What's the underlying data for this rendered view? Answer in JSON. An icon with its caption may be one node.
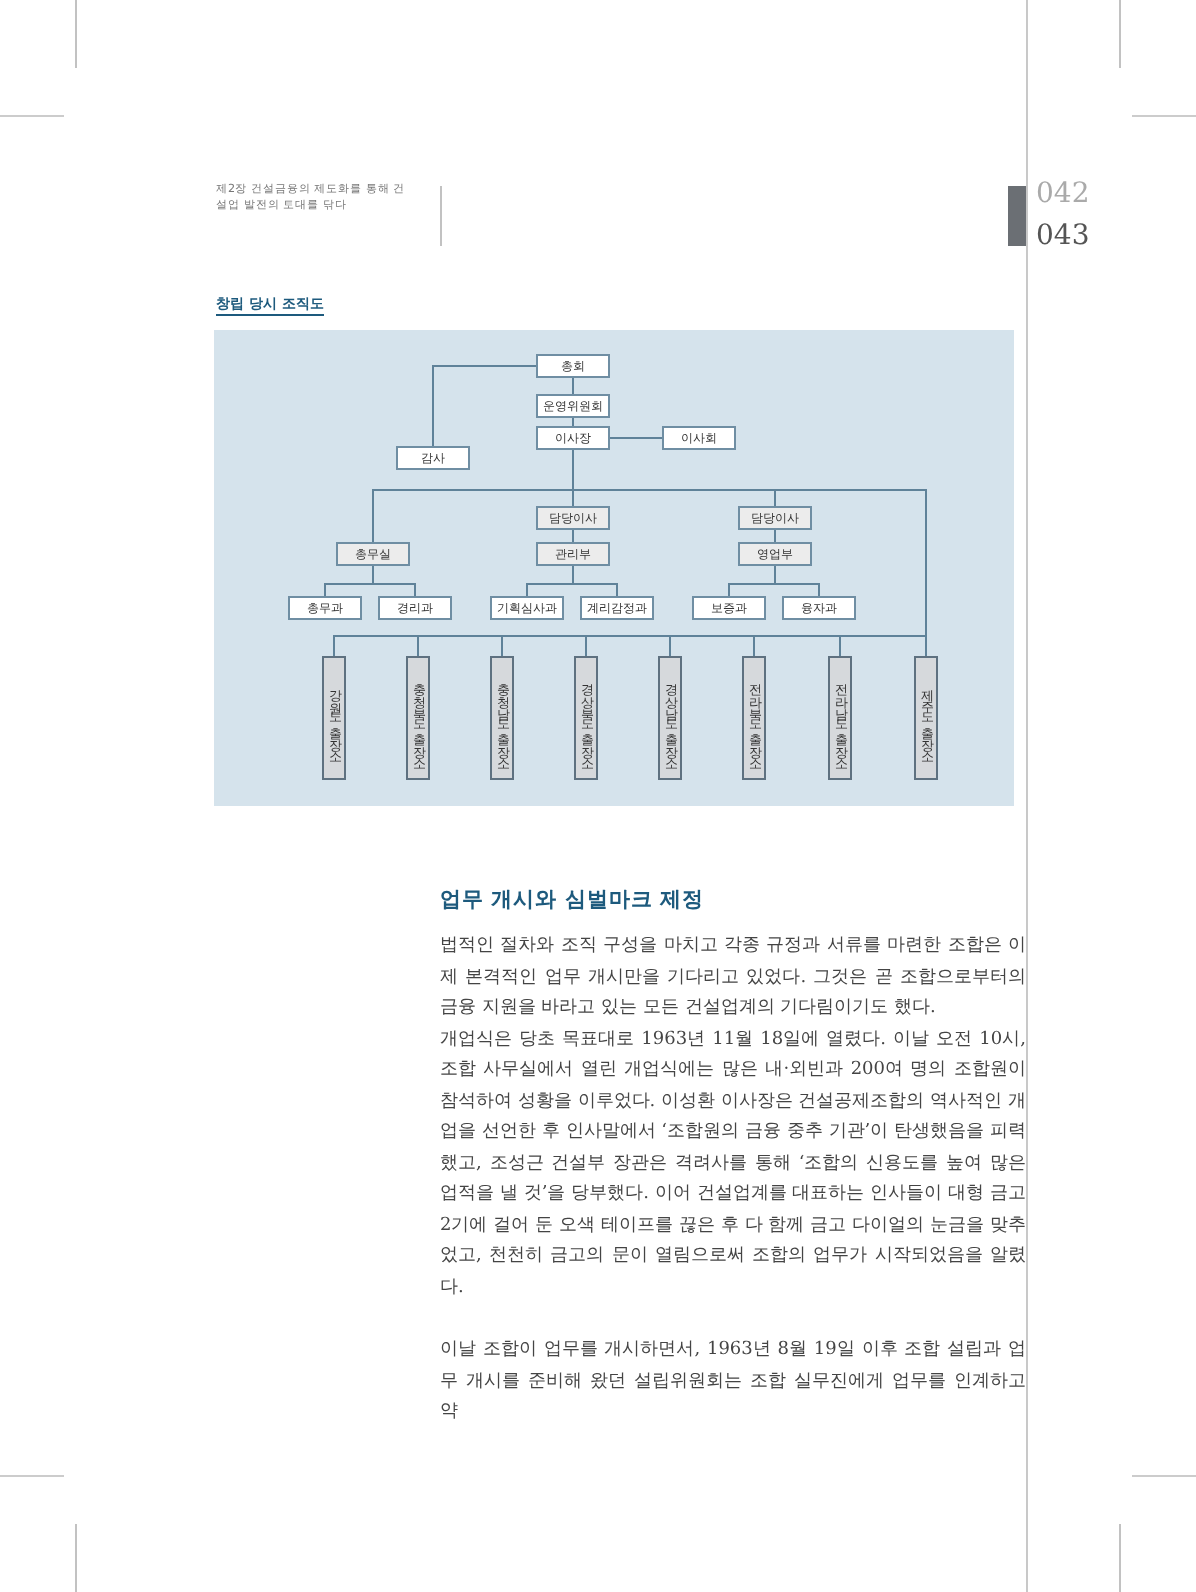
{
  "diagram": {
    "title": "창립 당시 조직도",
    "nodes": [
      {
        "text": [
          "총회"
        ]
      },
      {
        "text": [
          "운영위원회"
        ]
      },
      {
        "text": [
          "이사장"
        ]
      },
      {
        "text": [
          "이사회"
        ]
      },
      {
        "text": [
          "감사"
        ]
      },
      {
        "text": [
          "담당이사"
        ]
      },
      {
        "text": [
          "담당이사"
        ]
      },
      {
        "text": [
          "총무실"
        ]
      },
      {
        "text": [
          "관리부"
        ]
      },
      {
        "text": [
          "영업부"
        ]
      },
      {
        "text": [
          "총무과"
        ]
      },
      {
        "text": [
          "경리과"
        ]
      },
      {
        "text": [
          "기획심사과"
        ]
      },
      {
        "text": [
          "계리감정과"
        ]
      },
      {
        "text": [
          "보증과"
        ]
      },
      {
        "text": [
          "융자과"
        ]
      },
      {
        "text": [
          "강원도출장소"
        ]
      },
      {
        "text": [
          "충청북도출장소"
        ]
      },
      {
        "text": [
          "충청남도출장소"
        ]
      },
      {
        "text": [
          "경상북도출장소"
        ]
      },
      {
        "text": [
          "경상남도출장소"
        ]
      },
      {
        "text": [
          "전라북도출장소"
        ]
      },
      {
        "text": [
          "전라남도출장소"
        ]
      },
      {
        "text": [
          "제주도출장소"
        ]
      }
    ],
    "edges": [
      {
        "from": 0,
        "to": 1,
        "arrow": "none"
      },
      {
        "from": 1,
        "to": 2,
        "arrow": "none"
      },
      {
        "from": 2,
        "to": 3,
        "arrow": "none"
      },
      {
        "from": 0,
        "to": 4,
        "arrow": "none"
      },
      {
        "from": 2,
        "to": 7,
        "arrow": "none"
      },
      {
        "from": 2,
        "to": 5,
        "arrow": "none"
      },
      {
        "from": 2,
        "to": 6,
        "arrow": "none"
      },
      {
        "from": 2,
        "to": 16,
        "arrow": "none"
      },
      {
        "from": 2,
        "to": 17,
        "arrow": "none"
      },
      {
        "from": 2,
        "to": 18,
        "arrow": "none"
      },
      {
        "from": 2,
        "to": 19,
        "arrow": "none"
      },
      {
        "from": 2,
        "to": 20,
        "arrow": "none"
      },
      {
        "from": 2,
        "to": 21,
        "arrow": "none"
      },
      {
        "from": 2,
        "to": 22,
        "arrow": "none"
      },
      {
        "from": 2,
        "to": 23,
        "arrow": "none"
      },
      {
        "from": 5,
        "to": 8,
        "arrow": "none"
      },
      {
        "from": 6,
        "to": 9,
        "arrow": "none"
      },
      {
        "from": 7,
        "to": 10,
        "arrow": "none"
      },
      {
        "from": 7,
        "to": 11,
        "arrow": "none"
      },
      {
        "from": 8,
        "to": 12,
        "arrow": "none"
      },
      {
        "from": 8,
        "to": 13,
        "arrow": "none"
      },
      {
        "from": 9,
        "to": 14,
        "arrow": "none"
      },
      {
        "from": 9,
        "to": 15,
        "arrow": "none"
      }
    ],
    "labels": [
      "제2장 건설금융의 제도화를 통해 건설업 발전의 토대를 닦다",
      "042",
      "043",
      "업무 개시와 심벌마크 제정",
      "법적인 절차와 조직 구성을 마치고 각종 규정과 서류를 마련한 조합은 이제 본격적인 업무 개시만을 기다리고 있었다. 그것은 곧 조합으로부터의 금융 지원을 바라고 있는 모든 건설업계의 기다림이기도 했다.",
      "개업식은 당초 목표대로 1963년 11월 18일에 열렸다. 이날 오전 10시, 조합 사무실에서 열린 개업식에는 많은 내·외빈과 200여 명의 조합원이 참석하여 성황을 이루었다. 이성환 이사장은 건설공제조합의 역사적인 개업을 선언한 후 인사말에서 ‘조합원의 금융 중추 기관’이 탄생했음을 피력했고, 조성근 건설부 장관은 격려사를 통해 ‘조합의 신용도를 높여 많은 업적을 낼 것’을 당부했다. 이어 건설업계를 대표하는 인사들이 대형 금고 2기에 걸어 둔 오색 테이프를 끊은 후 다 함께 금고 다이얼의 눈금을 맞추었고, 천천히 금고의 문이 열림으로써 조합의 업무가 시작되었음을 알렸다.",
      "이날 조합이 업무를 개시하면서, 1963년 8월 19일 이후 조합 설립과 업무 개시를 준비해 왔던 설립위원회는 조합 실무진에게 업무를 인계하고 약"
    ]
  }
}
